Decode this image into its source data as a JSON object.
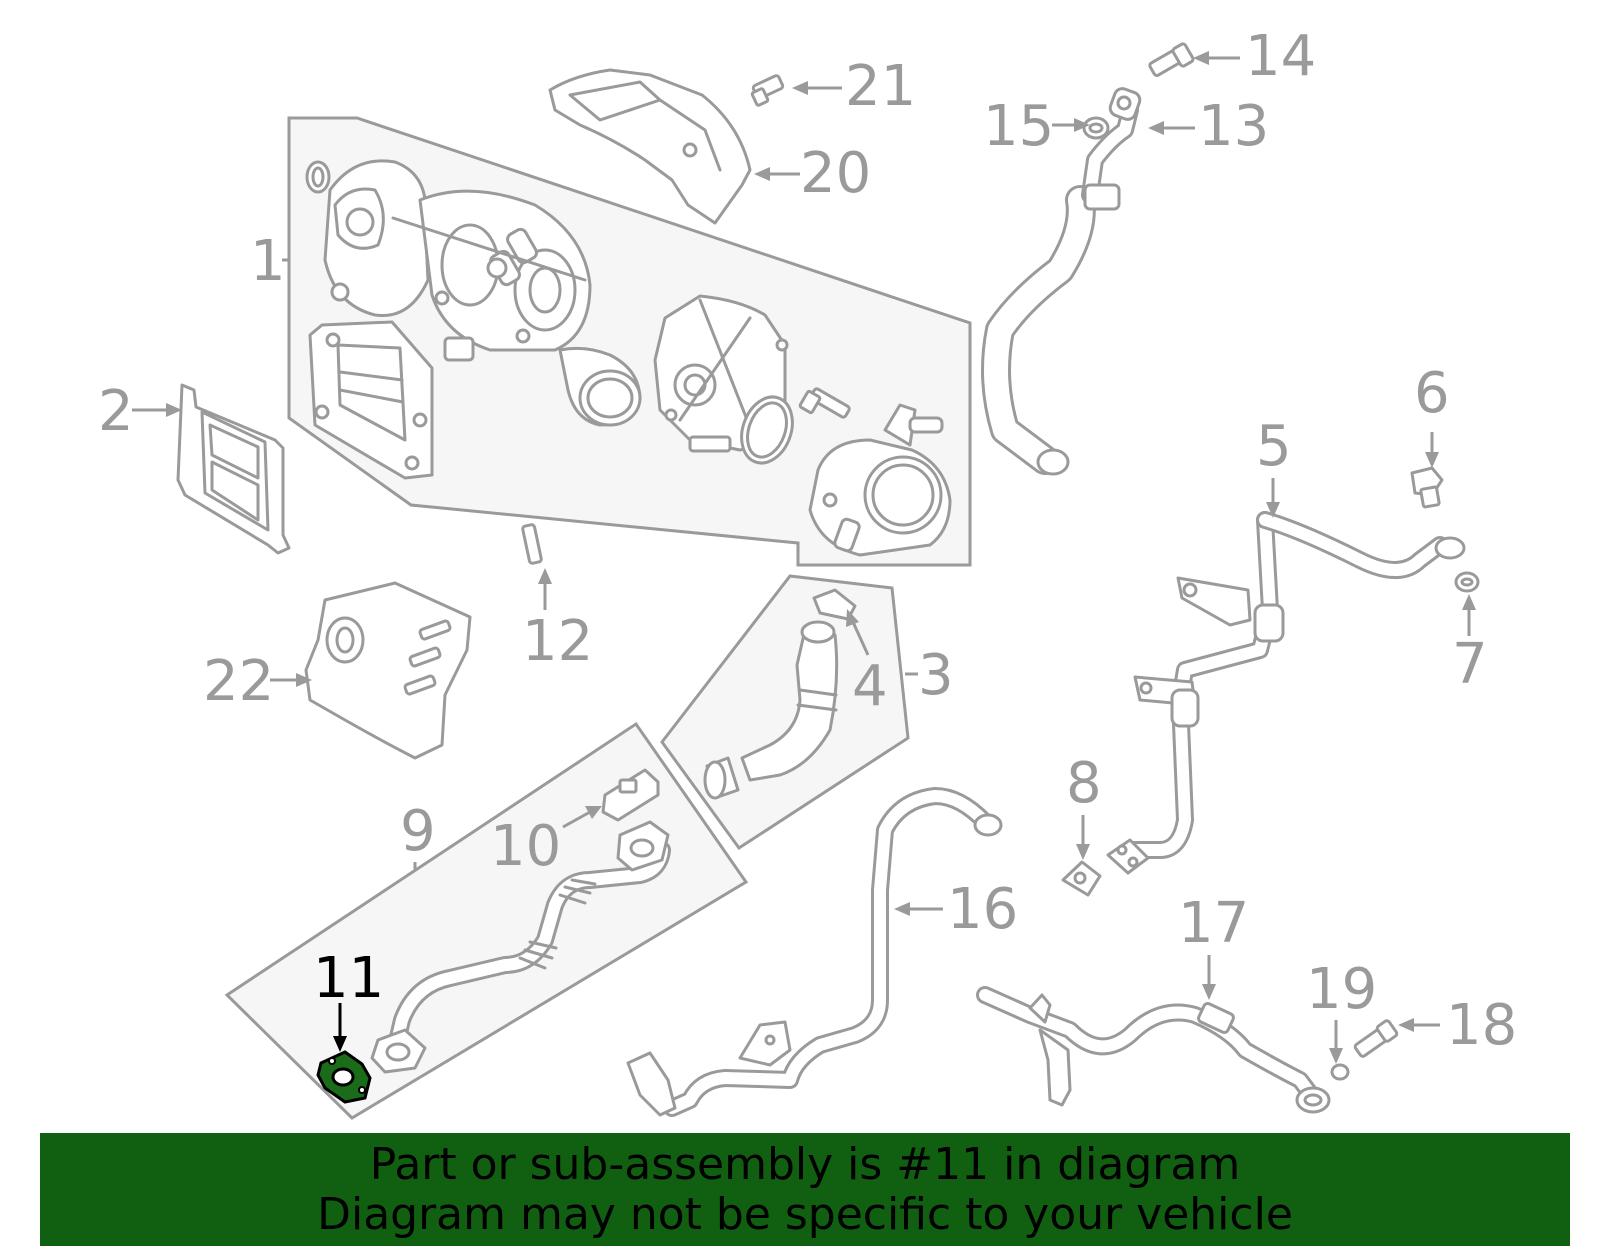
{
  "diagram": {
    "callouts": {
      "c1": "1",
      "c2": "2",
      "c3": "3",
      "c4": "4",
      "c5": "5",
      "c6": "6",
      "c7": "7",
      "c8": "8",
      "c9": "9",
      "c10": "10",
      "c11": "11",
      "c12": "12",
      "c13": "13",
      "c14": "14",
      "c15": "15",
      "c16": "16",
      "c17": "17",
      "c18": "18",
      "c19": "19",
      "c20": "20",
      "c21": "21",
      "c22": "22"
    },
    "highlighted_part": "11",
    "colors": {
      "line_art": "#9a9a9a",
      "panel_fill": "#f6f6f6",
      "highlight_part": "#1a6b1a",
      "banner_background": "#116011",
      "banner_text": "#000000"
    }
  },
  "banner": {
    "line1": "Part or sub-assembly is #11 in diagram",
    "line2": "Diagram may not be specific to your vehicle"
  }
}
